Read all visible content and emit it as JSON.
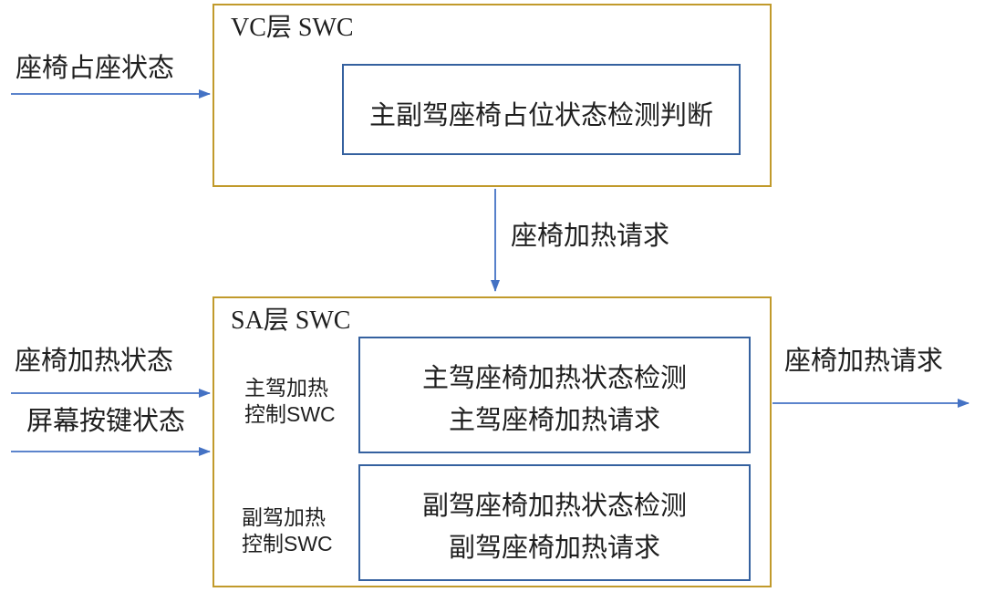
{
  "diagram": {
    "vc": {
      "title": "VC层 SWC",
      "block_label": "主副驾座椅占位状态检测判断"
    },
    "sa": {
      "title": "SA层 SWC",
      "driver_group": {
        "line1": "主驾加热",
        "line2": "控制SWC"
      },
      "driver_block": {
        "line1": "主驾座椅加热状态检测",
        "line2": "主驾座椅加热请求"
      },
      "passenger_group": {
        "line1": "副驾加热",
        "line2": "控制SWC"
      },
      "passenger_block": {
        "line1": "副驾座椅加热状态检测",
        "line2": "副驾座椅加热请求"
      }
    },
    "signals": {
      "seat_occupancy_in": "座椅占座状态",
      "seat_heat_request_mid": "座椅加热请求",
      "seat_heat_status_in": "座椅加热状态",
      "screen_button_in": "屏幕按键状态",
      "seat_heat_request_out": "座椅加热请求"
    },
    "colors": {
      "container_border": "#C19A2B",
      "block_border": "#35619F",
      "arrow": "#4472C4",
      "text": "#1F1F1F",
      "bg": "#FFFFFF"
    }
  }
}
